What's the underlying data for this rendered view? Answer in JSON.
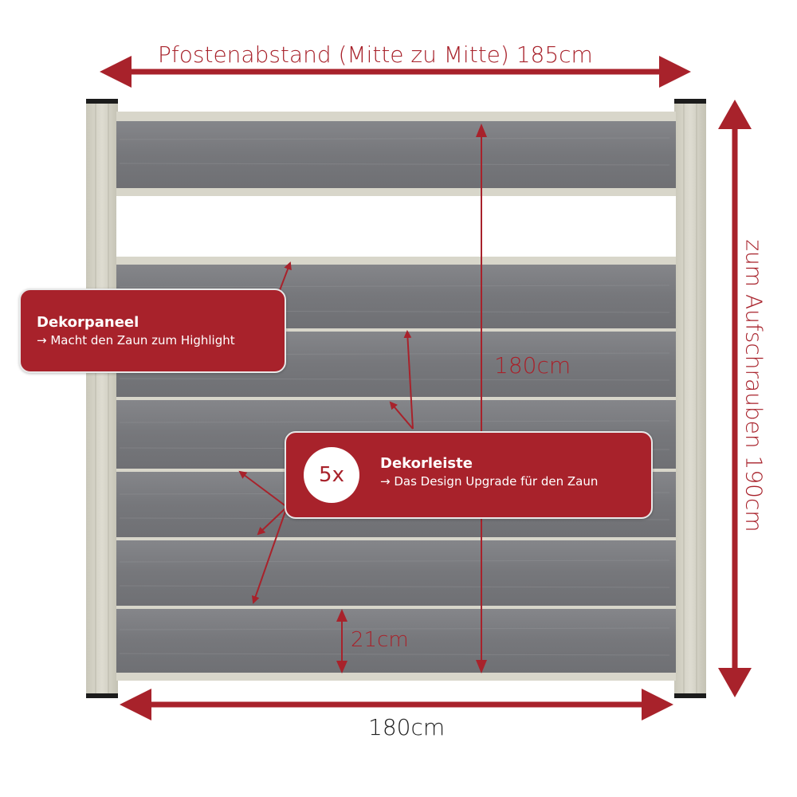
{
  "dimensions": {
    "post_spacing": "Pfostenabstand (Mitte zu Mitte) 185cm",
    "panel_width": "180cm",
    "panel_height": "180cm",
    "post_height": "zum Aufschrauben 190cm",
    "board_height": "21cm"
  },
  "callouts": {
    "dekorpaneel": {
      "title": "Dekorpaneel",
      "subtitle": "→ Macht den Zaun zum Highlight"
    },
    "dekorleiste": {
      "count": "5x",
      "title": "Dekorleiste",
      "subtitle": "→ Das Design Upgrade für den Zaun"
    }
  },
  "colors": {
    "accent_red": "#a8222b",
    "board_gray": "#7c7d80",
    "post_beige": "#d3d1c4",
    "rail_beige": "#d8d6ca"
  }
}
